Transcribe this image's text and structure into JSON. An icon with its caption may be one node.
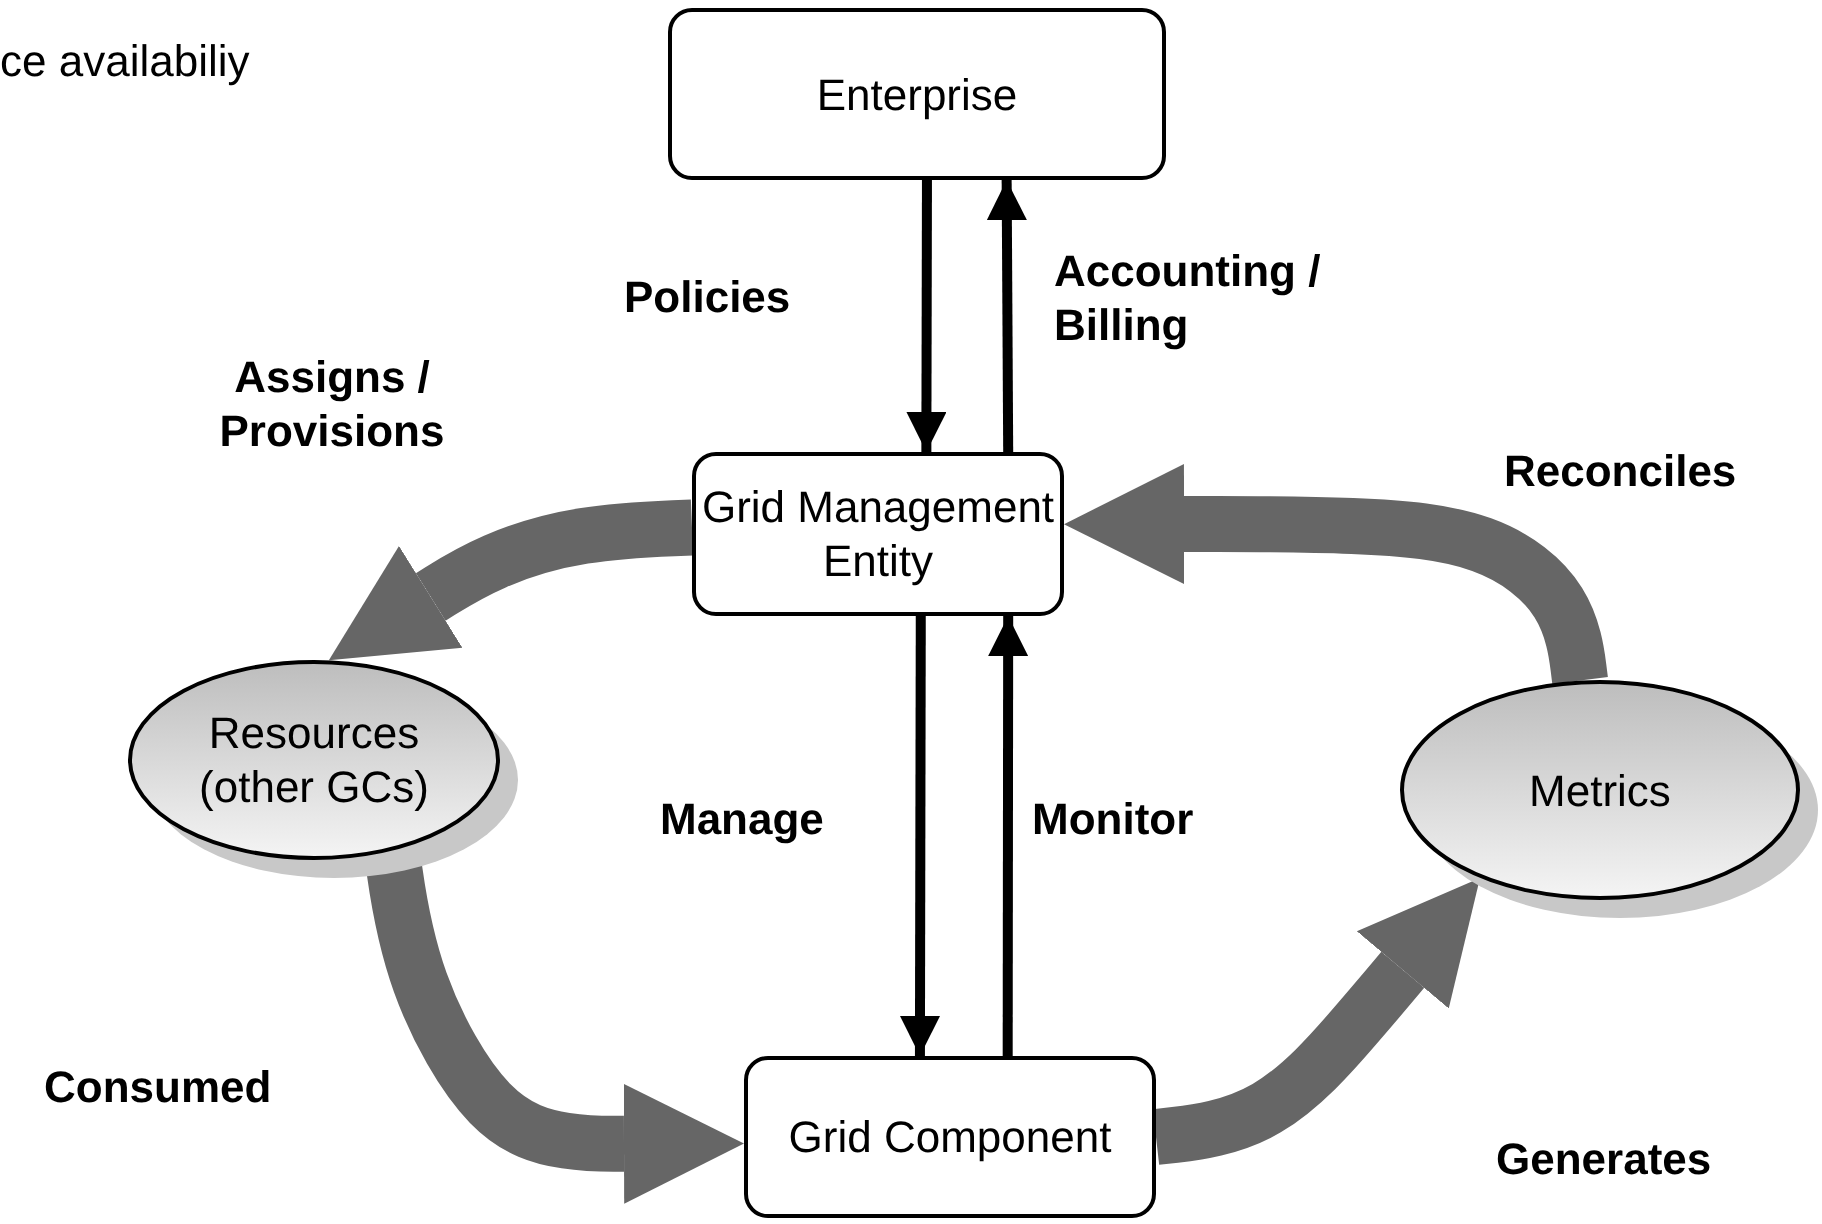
{
  "diagram": {
    "nodes": [
      {
        "text": [
          "Enterprise"
        ]
      },
      {
        "text": [
          "Grid Management Entity"
        ]
      },
      {
        "text": [
          "Resources (other GCs)"
        ]
      },
      {
        "text": [
          "Metrics"
        ]
      },
      {
        "text": [
          "Grid Component"
        ]
      }
    ],
    "edges": [
      {
        "from": 0,
        "to": 1,
        "arrow": "to",
        "label": "Policies"
      },
      {
        "from": 1,
        "to": 0,
        "arrow": "to",
        "label": "Accounting / Billing"
      },
      {
        "from": 1,
        "to": 2,
        "arrow": "to",
        "label": "Assigns / Provisions",
        "style": "thick",
        "color": "#666666"
      },
      {
        "from": 3,
        "to": 1,
        "arrow": "to",
        "label": "Reconciles",
        "style": "thick",
        "color": "#666666"
      },
      {
        "from": 1,
        "to": 4,
        "arrow": "to",
        "label": "Manage"
      },
      {
        "from": 4,
        "to": 1,
        "arrow": "to",
        "label": "Monitor"
      },
      {
        "from": 2,
        "to": 4,
        "arrow": "to",
        "label": "Consumed",
        "style": "thick",
        "color": "#666666"
      },
      {
        "from": 4,
        "to": 3,
        "arrow": "to",
        "label": "Generates",
        "style": "thick",
        "color": "#666666"
      }
    ],
    "labels": [
      "ce availabiliy"
    ]
  }
}
